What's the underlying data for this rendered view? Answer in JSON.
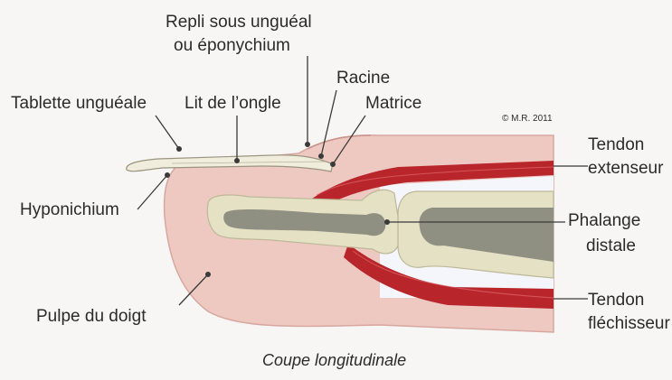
{
  "title_caption": "Coupe longitudinale",
  "copyright": "© M.R. 2011",
  "labels": {
    "repli_line1": "Repli sous unguéal",
    "repli_line2": "ou éponychium",
    "racine": "Racine",
    "tablette": "Tablette unguéale",
    "lit": "Lit de l’ongle",
    "matrice": "Matrice",
    "hyponichium": "Hyponichium",
    "pulpe": "Pulpe du doigt",
    "tendon_ext_line1": "Tendon",
    "tendon_ext_line2": "extenseur",
    "phalange_line1": "Phalange",
    "phalange_line2": "distale",
    "tendon_flex_line1": "Tendon",
    "tendon_flex_line2": "fléchisseur"
  },
  "colors": {
    "skin": "#eec9c2",
    "skin_edge": "#d7a79f",
    "tendon": "#b8262c",
    "bone": "#e5e1c4",
    "marrow": "#8f9082",
    "nail": "#f1eddc",
    "inner": "#f4f6fb",
    "line": "#3a3a3a"
  }
}
